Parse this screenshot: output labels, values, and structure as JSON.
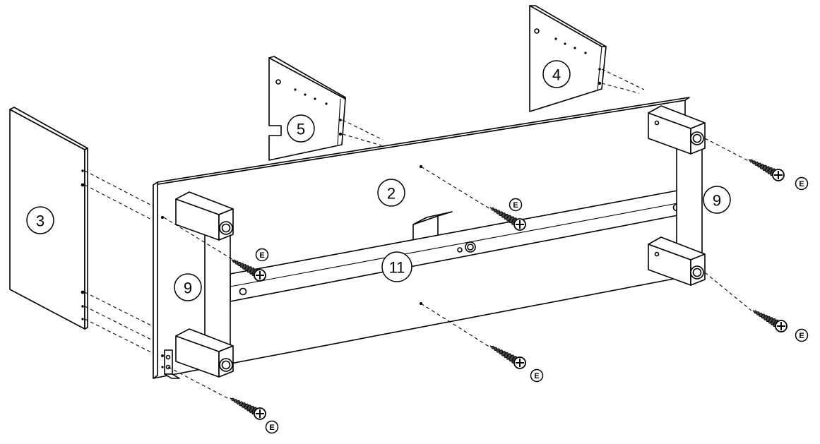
{
  "parts": [
    {
      "id": "part-3",
      "label": "3"
    },
    {
      "id": "part-5",
      "label": "5"
    },
    {
      "id": "part-4",
      "label": "4"
    },
    {
      "id": "part-2",
      "label": "2"
    },
    {
      "id": "part-9-left",
      "label": "9"
    },
    {
      "id": "part-9-right",
      "label": "9"
    },
    {
      "id": "part-11",
      "label": "11"
    }
  ],
  "hardware": {
    "label": "E"
  }
}
